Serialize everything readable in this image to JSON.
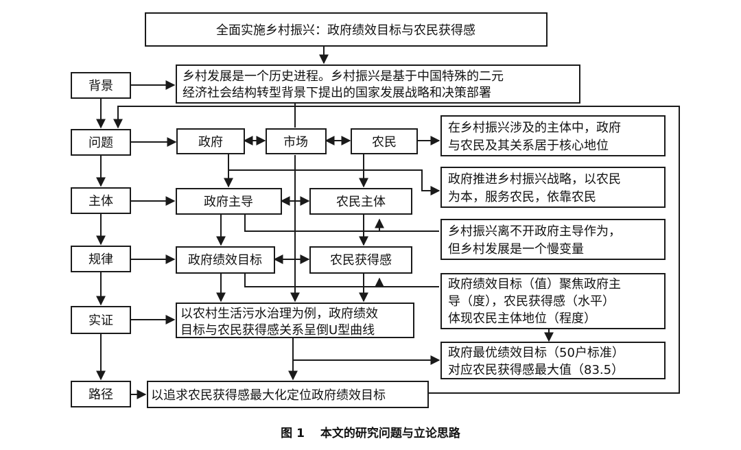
{
  "title": "全面实施乡村振兴：政府绩效目标与农民获得感",
  "caption": "图 1　 本文的研究问题与立论思路",
  "left_column": {
    "background": "背景",
    "question": "问题",
    "subject": "主体",
    "rule": "规律",
    "evidence": "实证",
    "path": "路径"
  },
  "main": {
    "background_desc": [
      "乡村发展是一个历史进程。乡村振兴是基于中国特殊的二元",
      "经济社会结构转型背景下提出的国家发展战略和决策部署"
    ],
    "government": "政府",
    "market": "市场",
    "farmers": "农民",
    "gov_lead": "政府主导",
    "farmer_subject": "农民主体",
    "gov_target": "政府绩效目标",
    "farmer_gain": "农民获得感",
    "evidence_desc": [
      "以农村生活污水治理为例，政府绩效",
      "目标与农民获得感关系呈倒U型曲线"
    ],
    "path_desc": "以追求农民获得感最大化定位政府绩效目标"
  },
  "right_notes": {
    "note1": [
      "在乡村振兴涉及的主体中，政府",
      "与农民及其关系居于核心地位"
    ],
    "note2": [
      "政府推进乡村振兴战略，以农民",
      "为本，服务农民，依靠农民"
    ],
    "note3": [
      "乡村振兴离不开政府主导作为，",
      "但乡村发展是一个慢变量"
    ],
    "note4": [
      "政府绩效目标（值）聚焦政府主",
      "导（度），农民获得感（水平）",
      "体现农民主体地位（程度）"
    ],
    "note5": [
      "政府最优绩效目标（50户标准）",
      "对应农民获得感最大值（83.5）"
    ]
  }
}
